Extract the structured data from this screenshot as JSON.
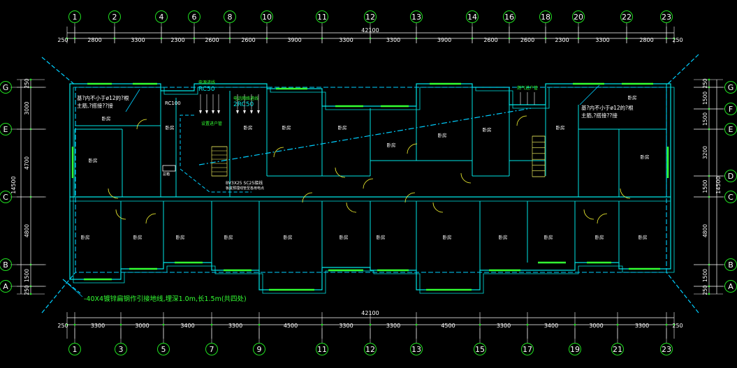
{
  "colors": {
    "background": "#000000",
    "wall": "#00E5E5",
    "dimension": "#FFFFFF",
    "grid_bubble": "#20E020",
    "text_white": "#FFFFFF",
    "text_green": "#33FF33",
    "ground_line": "#00CFFF"
  },
  "top_axes": [
    "1",
    "2",
    "4",
    "6",
    "8",
    "10",
    "11",
    "12",
    "13",
    "14",
    "16",
    "18",
    "20",
    "22",
    "23"
  ],
  "bottom_axes": [
    "1",
    "3",
    "5",
    "7",
    "9",
    "11",
    "12",
    "13",
    "15",
    "17",
    "19",
    "21",
    "23"
  ],
  "left_axes": [
    "G",
    "E",
    "C",
    "B",
    "A"
  ],
  "right_axes": [
    "G",
    "F",
    "E",
    "D",
    "C",
    "B",
    "A"
  ],
  "top_dims": [
    "250",
    "2800",
    "3300",
    "2300",
    "2600",
    "2600",
    "3900",
    "3300",
    "3300",
    "3900",
    "2600",
    "2600",
    "2300",
    "3300",
    "2800",
    "250"
  ],
  "top_total": "42100",
  "bottom_dims": [
    "250",
    "3300",
    "3000",
    "3400",
    "3300",
    "4500",
    "3300",
    "3300",
    "4500",
    "3300",
    "3400",
    "3000",
    "3300",
    "250"
  ],
  "bottom_total": "42100",
  "left_dims": [
    "250",
    "3000",
    "4700",
    "4800",
    "1500",
    "250"
  ],
  "left_total": "14500",
  "right_dims": [
    "250",
    "1500",
    "1500",
    "3200",
    "1500",
    "4800",
    "1500",
    "250"
  ],
  "right_total": "14500",
  "room_label": "卧房",
  "notes": {
    "note_left_1": "基?内不小于ø12的?根",
    "note_left_2": "主筋,?搭接??接",
    "note_right_1": "基?内不小于ø12的?根",
    "note_right_2": "主筋,?搭接??接",
    "power_in": "电源进线",
    "rc50_a": "RC50",
    "rc100": "RC100",
    "tel_in": "电话网络进线",
    "rc50_b": "2RC50",
    "riser_left": "设置进户管",
    "gas_in": "燃气进户管",
    "conduit": "BV3X25 SC25接线",
    "conduit_2": "板底预埋线管至各用电点",
    "box": "总箱",
    "ground_note": "-40X4镀锌扁钢作引接地线,埋深1.0m,长1.5m(共四处)"
  }
}
